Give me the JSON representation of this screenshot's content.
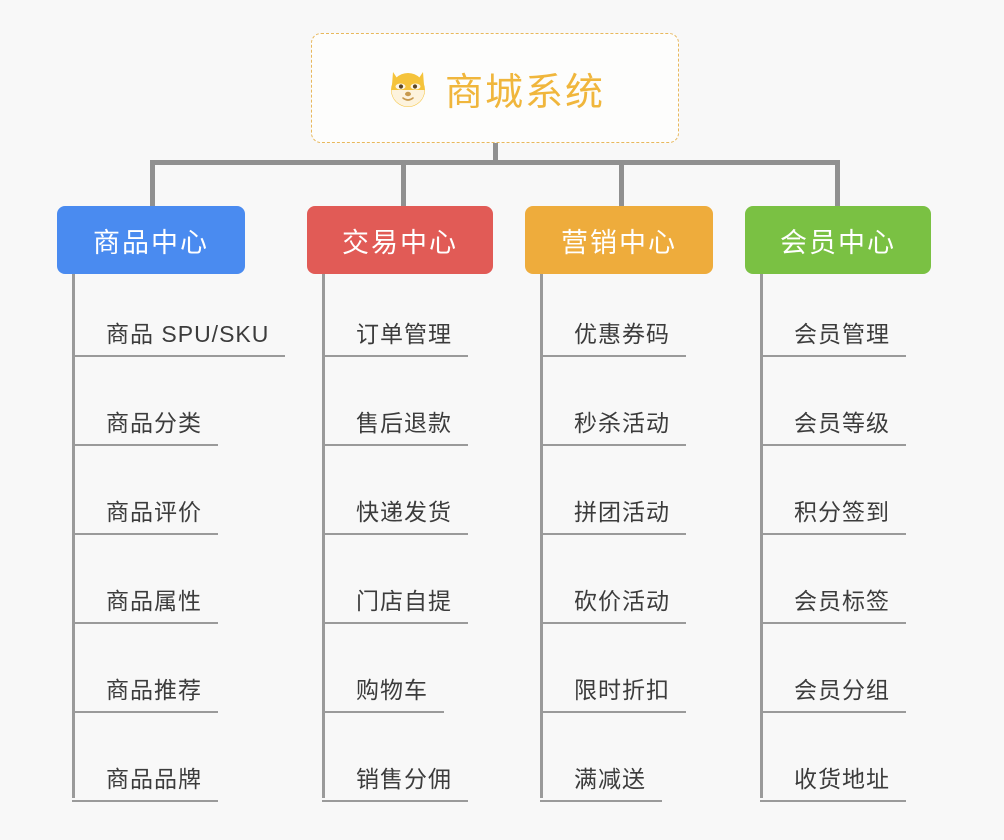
{
  "diagram": {
    "title": "商城系统",
    "background_color": "#f8f8f8",
    "root": {
      "label": "商城系统",
      "icon": "shiba-dog-emoji",
      "text_color": "#f0b63c",
      "border_color": "#e8b85c",
      "background": "#fdfdfc"
    },
    "connector_color": "#909090",
    "leaf_line_color": "#9a9a9a",
    "leaf_text_color": "#3c3c3c",
    "columns": [
      {
        "label": "商品中心",
        "color": "#4a8bf0",
        "items": [
          "商品 SPU/SKU",
          "商品分类",
          "商品评价",
          "商品属性",
          "商品推荐",
          "商品品牌"
        ]
      },
      {
        "label": "交易中心",
        "color": "#e15b56",
        "items": [
          "订单管理",
          "售后退款",
          "快递发货",
          "门店自提",
          "购物车",
          "销售分佣"
        ]
      },
      {
        "label": "营销中心",
        "color": "#eeac3c",
        "items": [
          "优惠券码",
          "秒杀活动",
          "拼团活动",
          "砍价活动",
          "限时折扣",
          "满减送"
        ]
      },
      {
        "label": "会员中心",
        "color": "#77c council",
        "items": [
          "会员管理",
          "会员等级",
          "积分签到",
          "会员标签",
          "会员分组",
          "收货地址"
        ]
      }
    ]
  }
}
